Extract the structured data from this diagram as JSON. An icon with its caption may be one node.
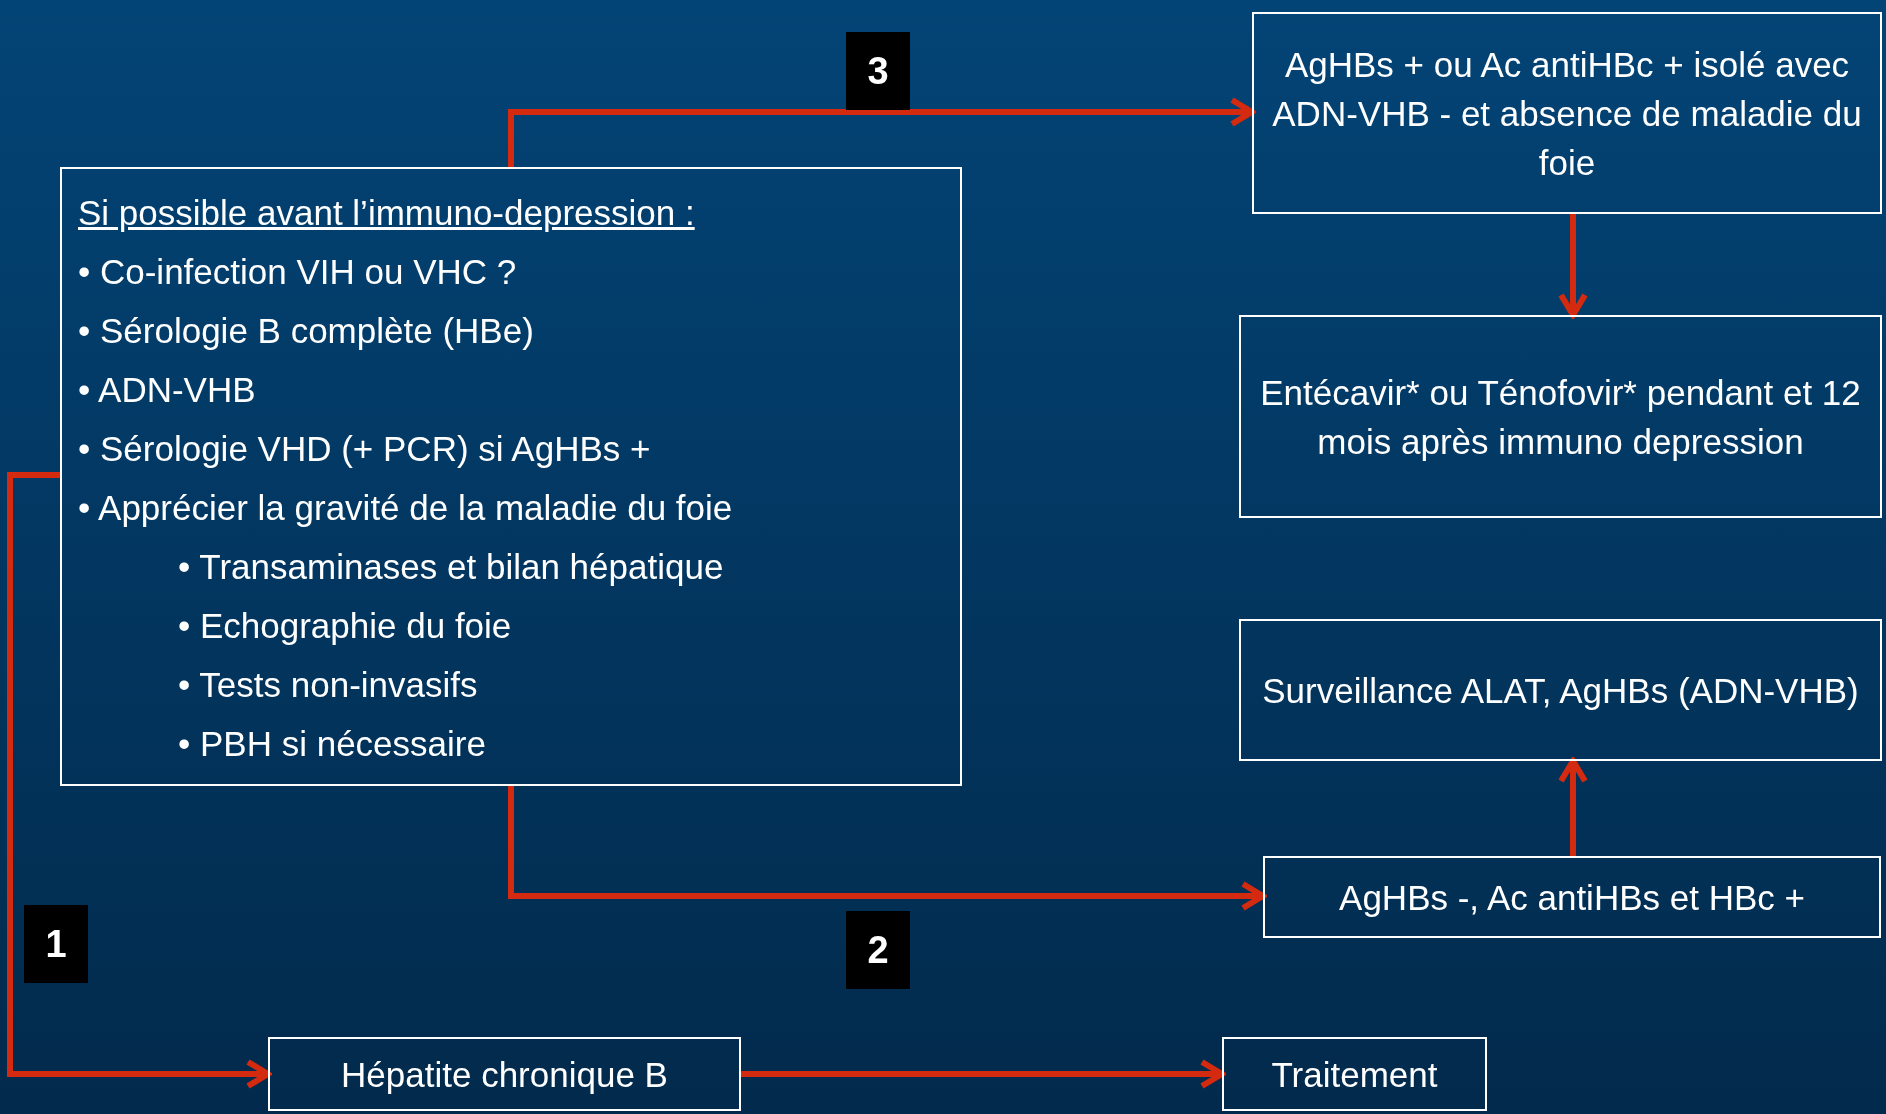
{
  "diagram": {
    "nodes": [
      {
        "text": [
          "Si possible avant l’immuno-depression :",
          "• Co-infection VIH ou VHC ?",
          "• Sérologie B complète (HBe)",
          "• ADN-VHB",
          "• Sérologie VHD (+ PCR) si AgHBs +",
          "• Apprécier la gravité de la maladie du foie",
          "• Transaminases et bilan hépatique",
          "• Echographie du foie",
          "• Tests non-invasifs",
          "• PBH si nécessaire"
        ]
      },
      {
        "text": [
          "AgHBs + ou Ac antiHBc + isolé avec ADN-VHB - et absence de maladie du foie"
        ]
      },
      {
        "text": [
          "Entécavir* ou Ténofovir* pendant et 12 mois après immuno depression"
        ]
      },
      {
        "text": [
          "Surveillance ALAT, AgHBs (ADN-VHB)"
        ]
      },
      {
        "text": [
          "AgHBs -, Ac antiHBs et HBc +"
        ]
      },
      {
        "text": [
          "Hépatite chronique B"
        ]
      },
      {
        "text": [
          "Traitement"
        ]
      }
    ],
    "edges": [
      {
        "from": 0,
        "to": 1,
        "arrow": "to",
        "label": "3"
      },
      {
        "from": 1,
        "to": 2,
        "arrow": "to"
      },
      {
        "from": 0,
        "to": 4,
        "arrow": "to",
        "label": "2"
      },
      {
        "from": 4,
        "to": 3,
        "arrow": "to"
      },
      {
        "from": 0,
        "to": 5,
        "arrow": "to",
        "label": "1"
      },
      {
        "from": 5,
        "to": 6,
        "arrow": "to"
      }
    ]
  }
}
